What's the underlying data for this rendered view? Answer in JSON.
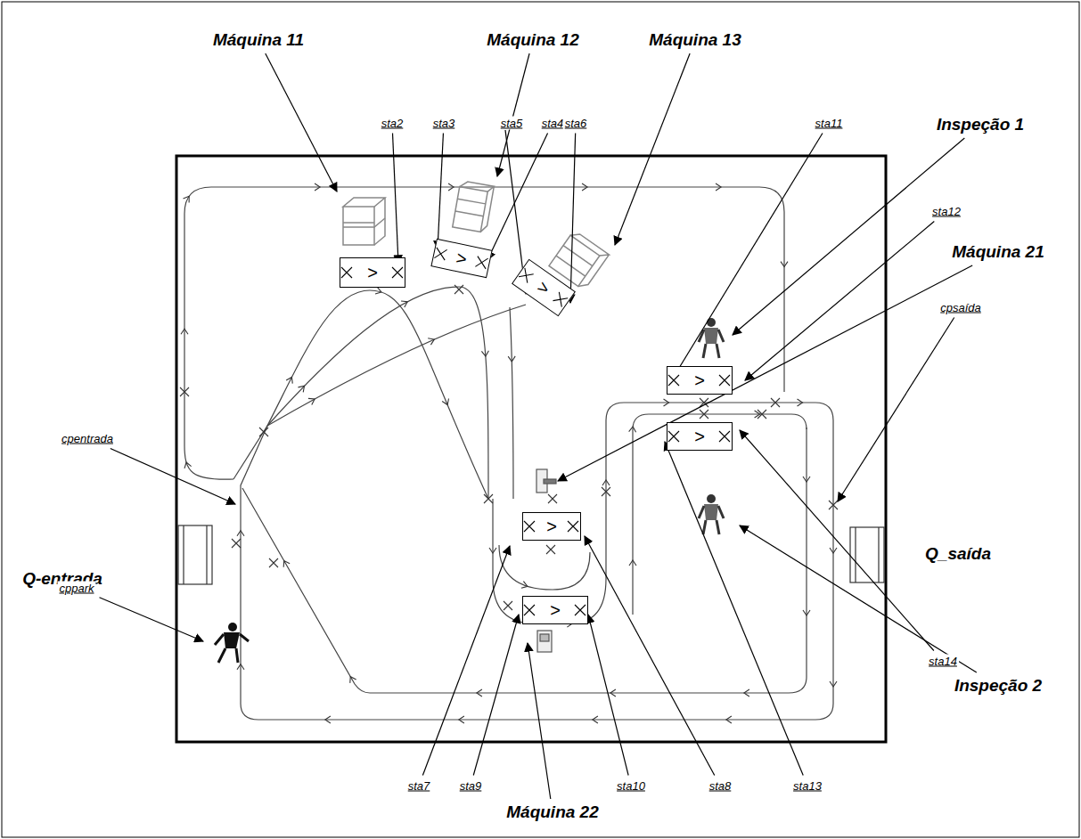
{
  "diagram": {
    "nodes": [
      {
        "text": [
          ">"
        ]
      },
      {
        "text": [
          ">"
        ]
      },
      {
        "text": [
          ">"
        ]
      },
      {
        "text": [
          ">"
        ]
      },
      {
        "text": [
          ">"
        ]
      },
      {
        "text": [
          ">"
        ]
      },
      {
        "text": [
          ">"
        ]
      }
    ],
    "labels": [
      "Máquina 11",
      "Máquina 12",
      "Máquina 13",
      "sta2",
      "sta3",
      "sta4",
      "sta5",
      "sta6",
      "sta11",
      "Inspeção 1",
      "sta12",
      "Máquina 21",
      "cpsaída",
      "cpentrada",
      "Q-entrada",
      "Q_saída",
      "cppark",
      "sta14",
      "Inspeção 2",
      "sta7",
      "sta9",
      "sta10",
      "sta8",
      "sta13",
      "Máquina 22"
    ]
  }
}
